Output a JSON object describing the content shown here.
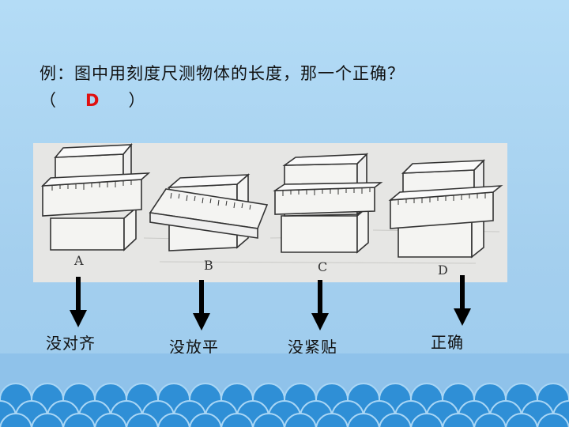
{
  "question": {
    "prefix": "例：图中用刻度尺测物体的长度，那一个正确？",
    "open_paren": "（",
    "answer": "D",
    "close_paren": "）"
  },
  "figure": {
    "labels": [
      "A",
      "B",
      "C",
      "D"
    ]
  },
  "captions": [
    "没对齐",
    "没放平",
    "没紧贴",
    "正确"
  ],
  "colors": {
    "background": "#a9d3f2",
    "answer": "#e01010",
    "wave": "#2f8fd6"
  }
}
